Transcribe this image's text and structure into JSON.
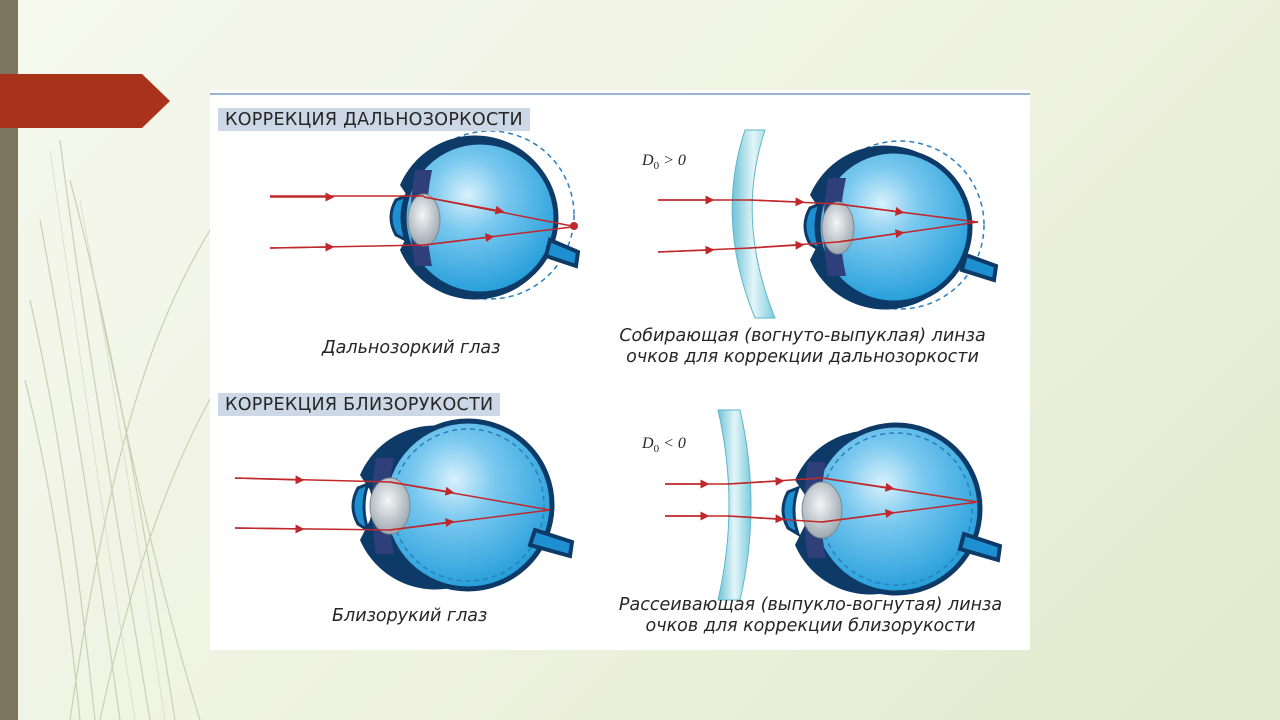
{
  "slide": {
    "colors": {
      "background": "#eef2df",
      "left_bar": "#7c745c",
      "arrow_tab": "#a8331a",
      "panel": "#ffffff",
      "section_title_bg": "#cdd8e6",
      "eye_fill": "#2aa4df",
      "eye_outline": "#0d3a66",
      "ray": "#c0282b",
      "lens": "#b5e3ec"
    },
    "sections": {
      "hyperopia": {
        "title": "КОРРЕКЦИЯ ДАЛЬНОЗОРКОСТИ",
        "eye_caption": "Дальнозоркий глаз",
        "formula_symbol": "D",
        "formula_subscript": "0",
        "formula_relation": " > 0",
        "lens_caption_line1": "Собирающая (вогнуто-выпуклая) линза",
        "lens_caption_line2": "очков для коррекции дальнозоркости"
      },
      "myopia": {
        "title": "КОРРЕКЦИЯ БЛИЗОРУКОСТИ",
        "eye_caption": "Близорукий глаз",
        "formula_symbol": "D",
        "formula_subscript": "0",
        "formula_relation": " < 0",
        "lens_caption_line1": "Рассеивающая (выпукло-вогнутая) линза",
        "lens_caption_line2": "очков для коррекции близорукости"
      }
    }
  }
}
